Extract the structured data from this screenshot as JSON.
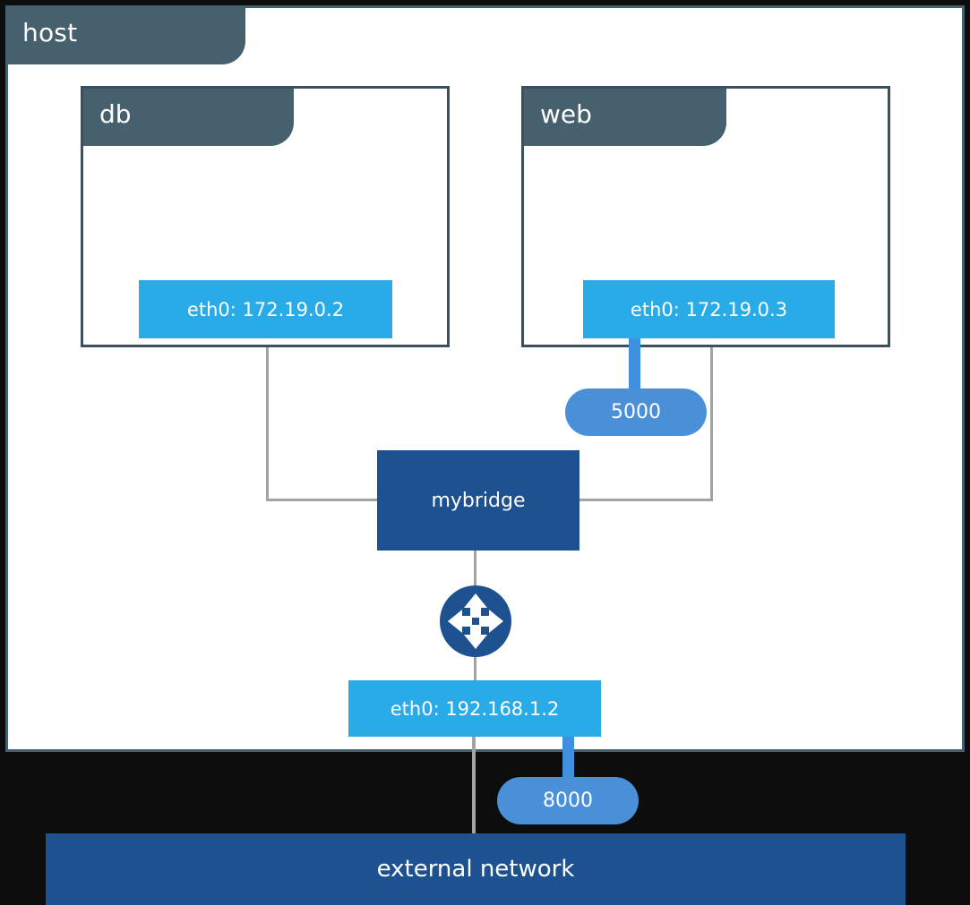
{
  "diagram": {
    "title": "host",
    "host": {
      "label": "host"
    },
    "containers": [
      {
        "name": "db",
        "label": "db",
        "interface": "eth0: 172.19.0.2"
      },
      {
        "name": "web",
        "label": "web",
        "interface": "eth0: 172.19.0.3"
      }
    ],
    "bridge": {
      "label": "mybridge"
    },
    "host_interface": {
      "label": "eth0: 192.168.1.2"
    },
    "ports": [
      {
        "name": "web-published-port",
        "label": "5000"
      },
      {
        "name": "host-published-port",
        "label": "8000"
      }
    ],
    "external_network": {
      "label": "external network"
    },
    "router": {
      "icon": "router-icon"
    },
    "colors": {
      "host_panel_border": "#46606f",
      "tab_background": "#47606e",
      "container_border": "#3c4f5d",
      "interface_blue": "#29abe8",
      "port_pill_blue": "#4a90d9",
      "bridge_blue": "#1d5190",
      "line_gray": "#a3a3a3",
      "blue_link": "#3d91e0",
      "backdrop": "#0d0d0d",
      "text_white": "#ffffff"
    }
  }
}
